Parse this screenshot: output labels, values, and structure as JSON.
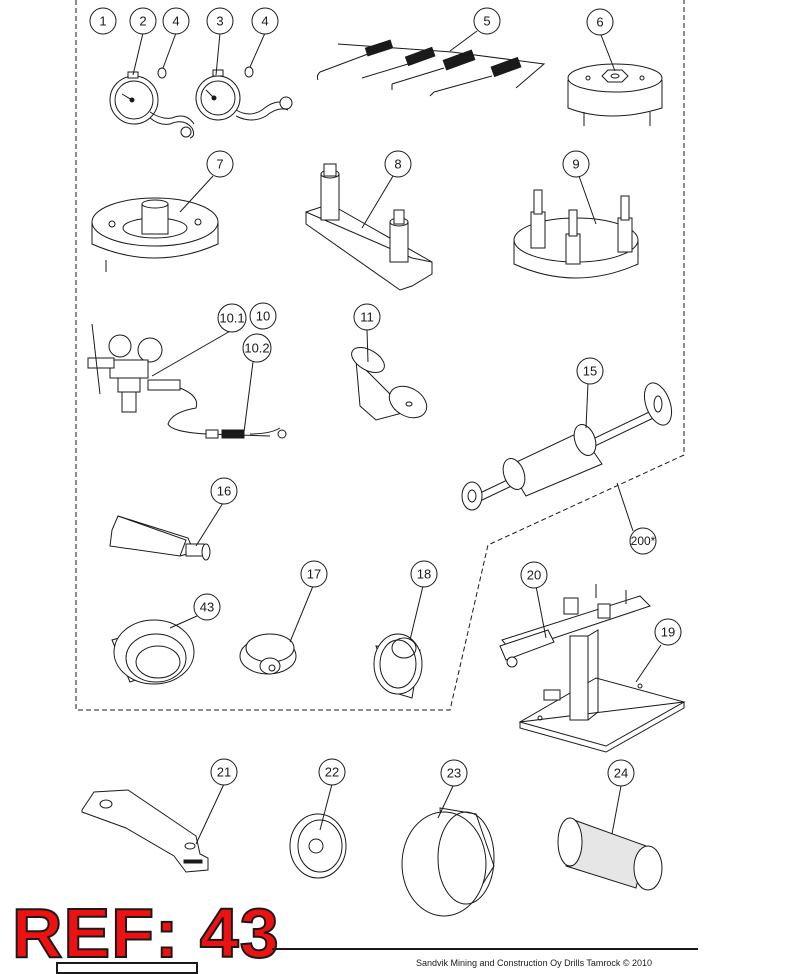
{
  "callouts": [
    {
      "id": "c1",
      "label": "1"
    },
    {
      "id": "c2",
      "label": "2"
    },
    {
      "id": "c4a",
      "label": "4"
    },
    {
      "id": "c3",
      "label": "3"
    },
    {
      "id": "c4b",
      "label": "4"
    },
    {
      "id": "c5",
      "label": "5"
    },
    {
      "id": "c6",
      "label": "6"
    },
    {
      "id": "c7",
      "label": "7"
    },
    {
      "id": "c8",
      "label": "8"
    },
    {
      "id": "c9",
      "label": "9"
    },
    {
      "id": "c10_1",
      "label": "10.1"
    },
    {
      "id": "c10",
      "label": "10"
    },
    {
      "id": "c10_2",
      "label": "10.2"
    },
    {
      "id": "c11",
      "label": "11"
    },
    {
      "id": "c15",
      "label": "15"
    },
    {
      "id": "c16",
      "label": "16"
    },
    {
      "id": "c200",
      "label": "200*"
    },
    {
      "id": "c17",
      "label": "17"
    },
    {
      "id": "c18",
      "label": "18"
    },
    {
      "id": "c20",
      "label": "20"
    },
    {
      "id": "c43",
      "label": "43"
    },
    {
      "id": "c19",
      "label": "19"
    },
    {
      "id": "c21",
      "label": "21"
    },
    {
      "id": "c22",
      "label": "22"
    },
    {
      "id": "c23",
      "label": "23"
    },
    {
      "id": "c24",
      "label": "24"
    }
  ],
  "reference_label": "REF: 43",
  "copyright_text": "Sandvik Mining and Construction Oy Drills Tamrock © 2010",
  "colors": {
    "line": "#1a1a1a",
    "ref_text": "#ee1111",
    "background": "#ffffff"
  }
}
